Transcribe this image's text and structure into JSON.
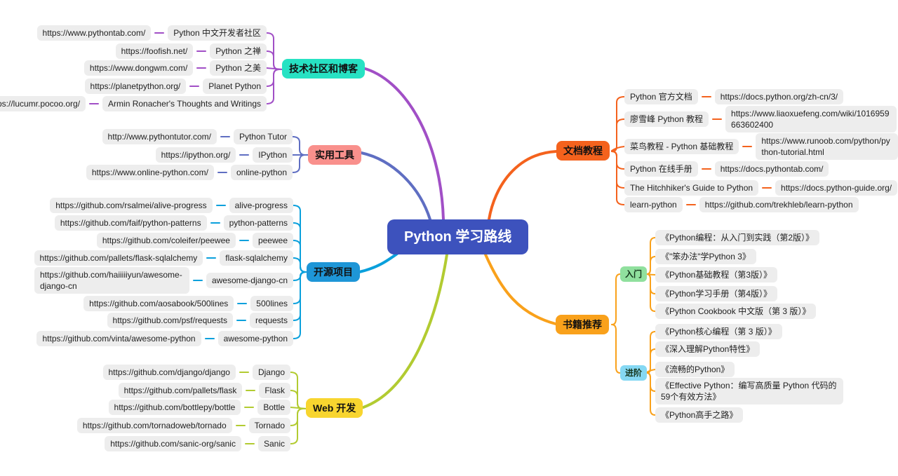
{
  "center": {
    "label": "Python 学习路线"
  },
  "colors": {
    "central": "#3D52BD",
    "community_box": "#27E2C3",
    "community_line": "#A14FC6",
    "tools_box": "#F9908C",
    "tools_line": "#5F6EC2",
    "opensource_box": "#1E96D7",
    "opensource_line": "#0AA0DC",
    "web_box": "#F8D52F",
    "web_line": "#B2CB31",
    "docs_box": "#F4621D",
    "docs_line": "#F4621D",
    "books_box": "#F9A11B",
    "books_line": "#F9A11B",
    "beginner_box": "#90E09E",
    "advanced_box": "#85D8F3",
    "leaf_box": "#EDEDED"
  },
  "left": {
    "community": {
      "label": "技术社区和博客",
      "items": [
        {
          "url": "https://www.pythontab.com/",
          "label": "Python 中文开发者社区"
        },
        {
          "url": "https://foofish.net/",
          "label": "Python 之禅"
        },
        {
          "url": "https://www.dongwm.com/",
          "label": "Python 之美"
        },
        {
          "url": "https://planetpython.org/",
          "label": "Planet Python"
        },
        {
          "url": "https://lucumr.pocoo.org/",
          "label": "Armin Ronacher's Thoughts and Writings"
        }
      ]
    },
    "tools": {
      "label": "实用工具",
      "items": [
        {
          "url": "http://www.pythontutor.com/",
          "label": "Python Tutor"
        },
        {
          "url": "https://ipython.org/",
          "label": "IPython"
        },
        {
          "url": "https://www.online-python.com/",
          "label": "online-python"
        }
      ]
    },
    "opensource": {
      "label": "开源项目",
      "items": [
        {
          "url": "https://github.com/rsalmei/alive-progress",
          "label": "alive-progress"
        },
        {
          "url": "https://github.com/faif/python-patterns",
          "label": "python-patterns"
        },
        {
          "url": "https://github.com/coleifer/peewee",
          "label": "peewee"
        },
        {
          "url": "https://github.com/pallets/flask-sqlalchemy",
          "label": "flask-sqlalchemy"
        },
        {
          "url": "https://github.com/haiiiiiyun/awesome-django-cn",
          "label": "awesome-django-cn"
        },
        {
          "url": "https://github.com/aosabook/500lines",
          "label": "500lines"
        },
        {
          "url": "https://github.com/psf/requests",
          "label": "requests"
        },
        {
          "url": "https://github.com/vinta/awesome-python",
          "label": "awesome-python"
        }
      ]
    },
    "web": {
      "label": "Web 开发",
      "items": [
        {
          "url": "https://github.com/django/django",
          "label": "Django"
        },
        {
          "url": "https://github.com/pallets/flask",
          "label": "Flask"
        },
        {
          "url": "https://github.com/bottlepy/bottle",
          "label": "Bottle"
        },
        {
          "url": "https://github.com/tornadoweb/tornado",
          "label": "Tornado"
        },
        {
          "url": "https://github.com/sanic-org/sanic",
          "label": "Sanic"
        }
      ]
    }
  },
  "right": {
    "docs": {
      "label": "文档教程",
      "items": [
        {
          "label": "Python 官方文档",
          "url": "https://docs.python.org/zh-cn/3/"
        },
        {
          "label": "廖雪峰 Python 教程",
          "url": "https://www.liaoxuefeng.com/wiki/1016959663602400"
        },
        {
          "label": "菜鸟教程 - Python 基础教程",
          "url": "https://www.runoob.com/python/python-tutorial.html"
        },
        {
          "label": "Python 在线手册",
          "url": "https://docs.pythontab.com/"
        },
        {
          "label": "The Hitchhiker's Guide to Python",
          "url": "https://docs.python-guide.org/"
        },
        {
          "label": "learn-python",
          "url": "https://github.com/trekhleb/learn-python"
        }
      ]
    },
    "books": {
      "label": "书籍推荐",
      "beginner": {
        "label": "入门",
        "books": [
          "《Python编程：从入门到实践（第2版）》",
          "《\"笨办法\"学Python 3》",
          "《Python基础教程（第3版）》",
          "《Python学习手册（第4版）》",
          "《Python Cookbook 中文版（第 3 版）》"
        ]
      },
      "advanced": {
        "label": "进阶",
        "books": [
          "《Python核心编程（第 3 版）》",
          "《深入理解Python特性》",
          "《流畅的Python》",
          "《Effective Python：编写高质量 Python 代码的59个有效方法》",
          "《Python高手之路》"
        ]
      }
    }
  }
}
